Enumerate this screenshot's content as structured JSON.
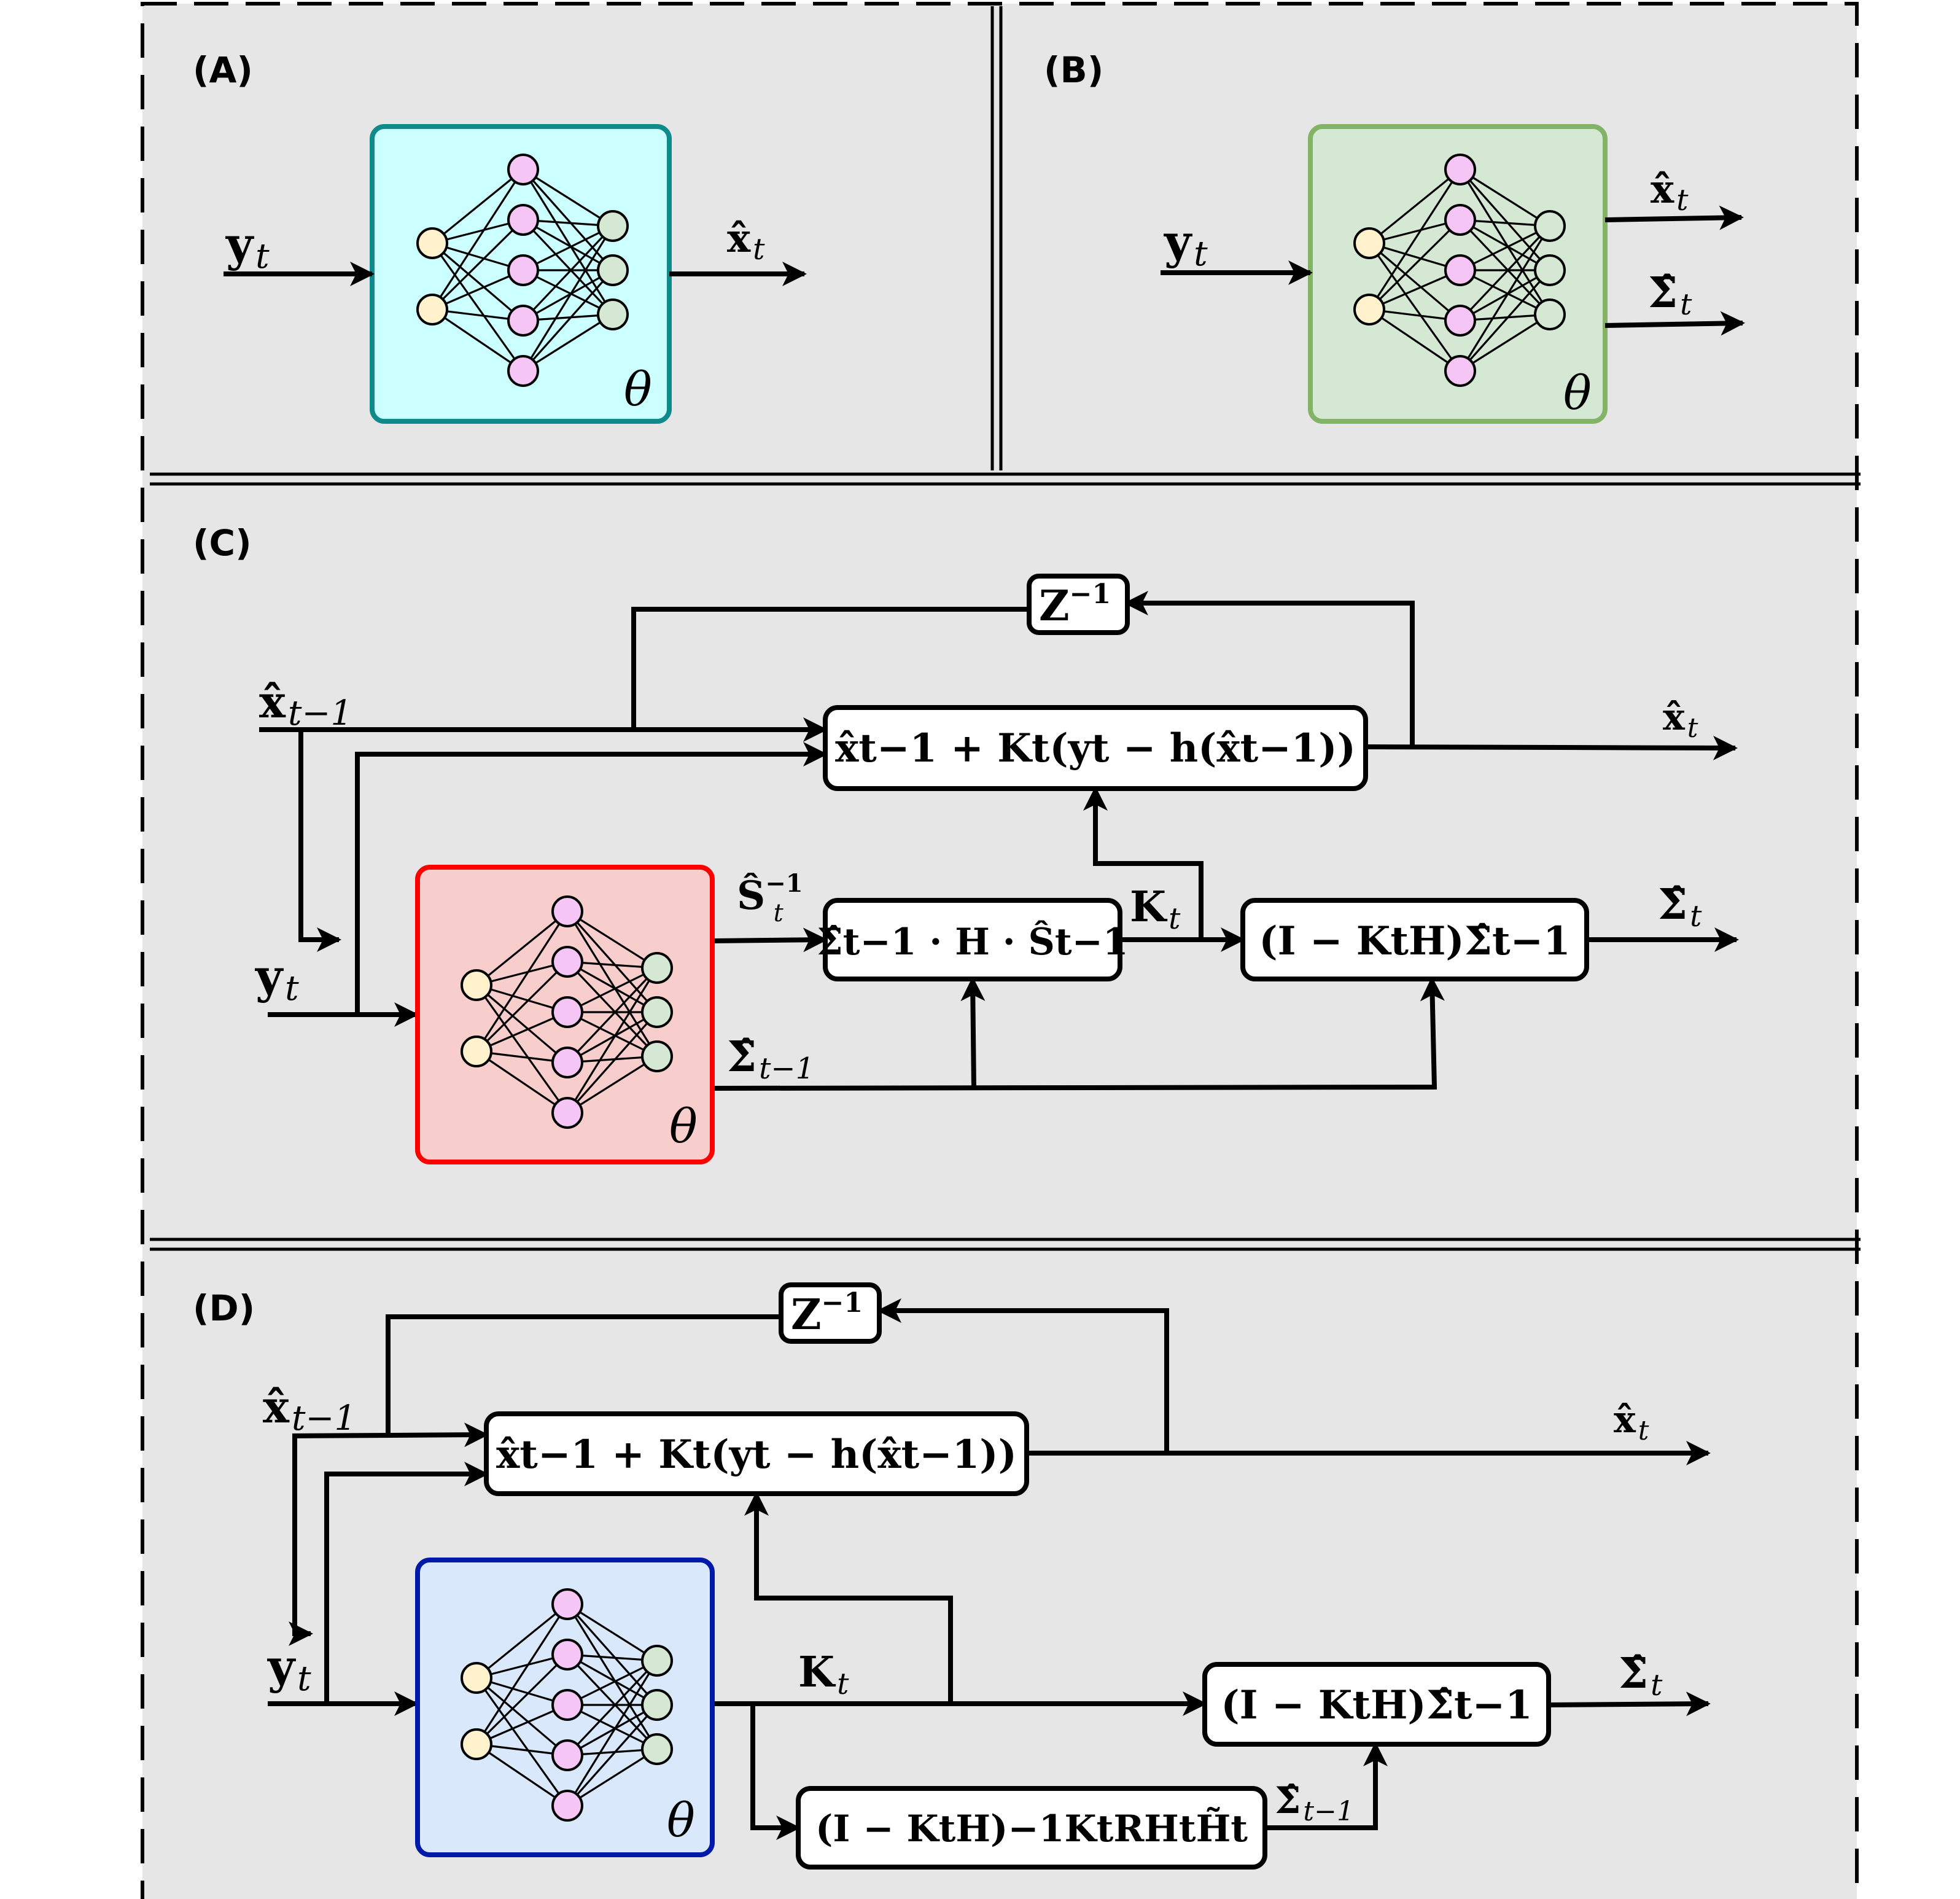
{
  "colors": {
    "background": "#e6e6e6",
    "nn_input_node": "#fff2cc",
    "nn_hidden_node": "#f5c6f5",
    "nn_output_node": "#d5e8d4",
    "panel_a_fill": "#ccffff",
    "panel_a_stroke": "#0e8a8a",
    "panel_b_fill": "#d5e8d4",
    "panel_b_stroke": "#82b366",
    "panel_c_fill": "#f8cecc",
    "panel_c_stroke": "#ff0000",
    "panel_d_fill": "#dae8fc",
    "panel_d_stroke": "#0019a8"
  },
  "panels": {
    "a": {
      "label": "(A)",
      "input": "y",
      "input_sub": "t",
      "output": "x̂",
      "output_sub": "t",
      "param": "θ"
    },
    "b": {
      "label": "(B)",
      "input": "y",
      "input_sub": "t",
      "output1": "x̂",
      "output1_sub": "t",
      "output2": "Σ̂",
      "output2_sub": "t",
      "param": "θ"
    },
    "c": {
      "label": "(C)",
      "delay": "Z",
      "delay_sup": "−1",
      "x_prev": "x̂",
      "x_prev_sub": "t−1",
      "y_in": "y",
      "y_in_sub": "t",
      "update_expr": "x̂t−1 + Kt(yt − h(x̂t−1))",
      "x_out": "x̂",
      "x_out_sub": "t",
      "s_inv": "Ŝ",
      "s_inv_sup": "−1",
      "s_inv_sub": "t",
      "gain_expr": "Σ̂t−1 · H · Ŝt−1",
      "k": "K",
      "k_sub": "t",
      "cov_expr": "(I − KtH)Σ̂t−1",
      "sigma_out": "Σ̂",
      "sigma_out_sub": "t",
      "sigma_prev": "Σ̂",
      "sigma_prev_sub": "t−1",
      "param": "θ"
    },
    "d": {
      "label": "(D)",
      "delay": "Z",
      "delay_sup": "−1",
      "x_prev": "x̂",
      "x_prev_sub": "t−1",
      "y_in": "y",
      "y_in_sub": "t",
      "update_expr": "x̂t−1 + Kt(yt − h(x̂t−1))",
      "x_out": "x̂",
      "x_out_sub": "t",
      "k": "K",
      "k_sub": "t",
      "cov_expr": "(I − KtH)Σ̂t−1",
      "sigma_out": "Σ̂",
      "sigma_out_sub": "t",
      "sigma_prev": "Σ̂",
      "sigma_prev_sub": "t−1",
      "inv_expr": "(I − KtH)−1KtRHtH̃t",
      "param": "θ"
    }
  }
}
